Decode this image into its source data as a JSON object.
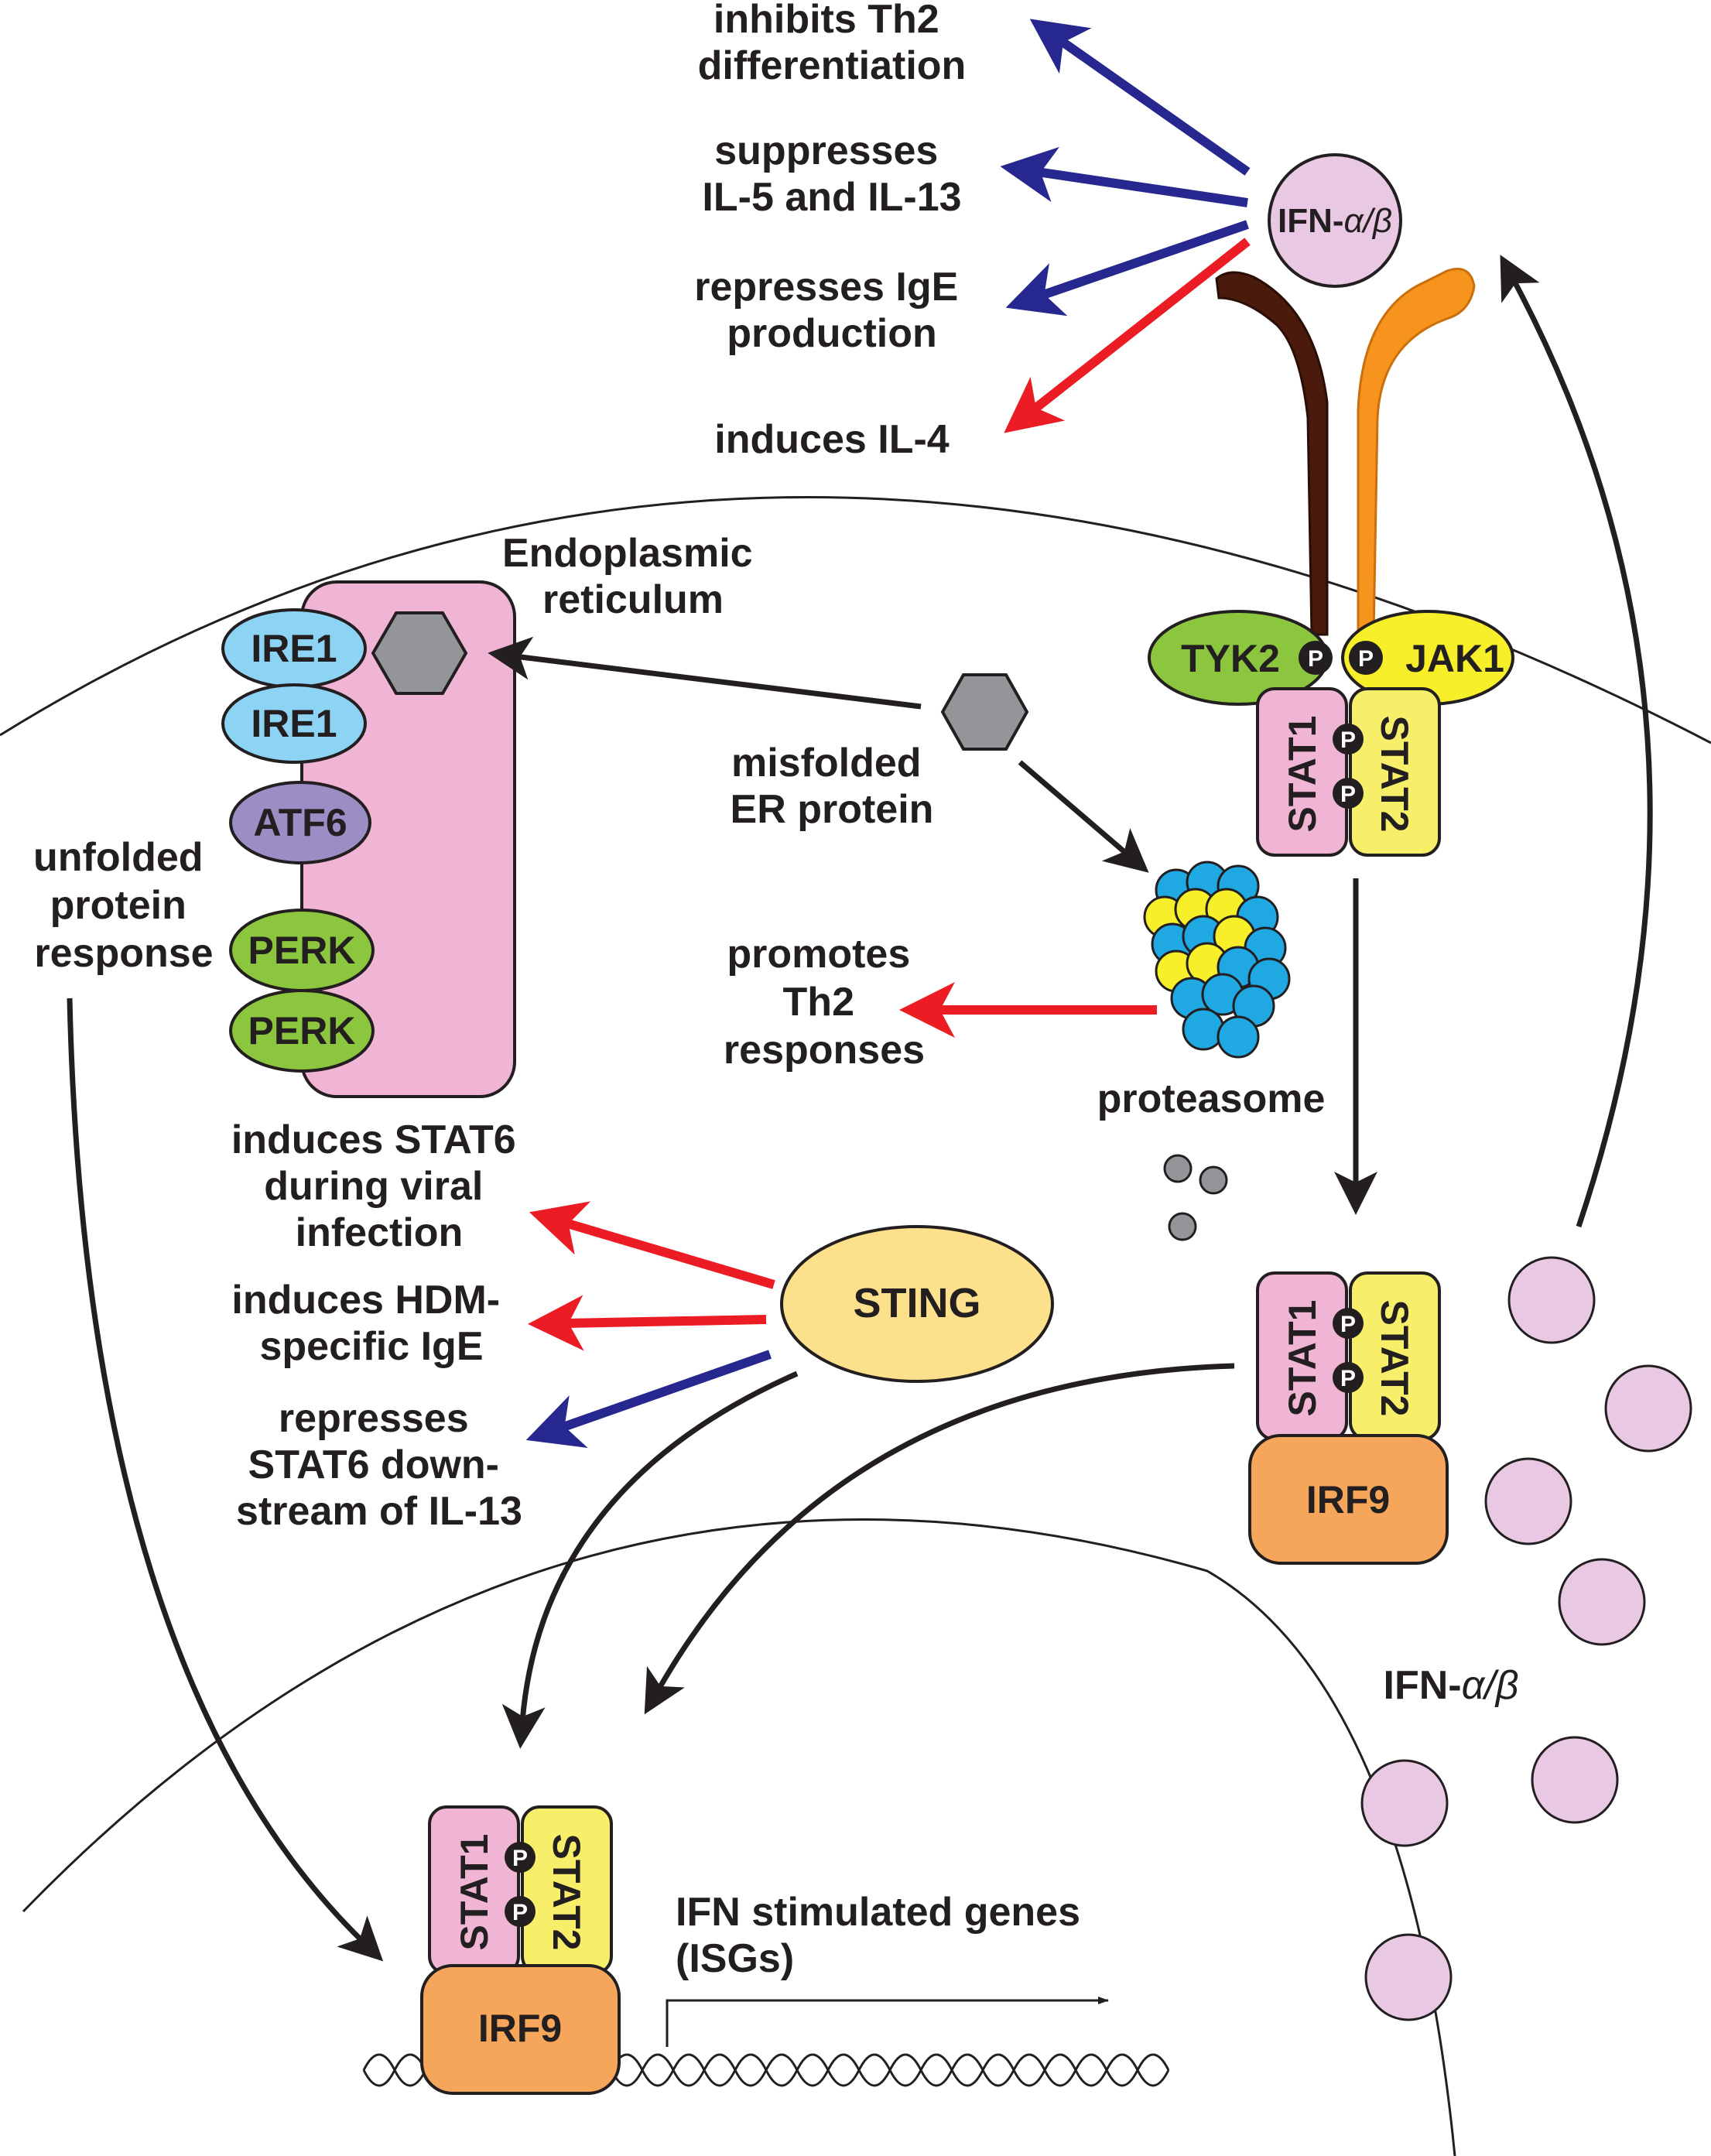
{
  "effects_top": {
    "inhibits_th2": [
      "inhibits Th2",
      "differentiation"
    ],
    "suppresses": [
      "suppresses",
      "IL-5 and IL-13"
    ],
    "represses_ige": [
      "represses IgE",
      "production"
    ],
    "induces_il4": "induces IL-4"
  },
  "ifn": {
    "prefix": "IFN-",
    "symbol": "α/β"
  },
  "receptor": {
    "tyk2": "TYK2",
    "jak1": "JAK1",
    "p": "P"
  },
  "stat": {
    "stat1": "STAT1",
    "stat2": "STAT2",
    "irf9": "IRF9"
  },
  "er": {
    "title": [
      "Endoplasmic",
      "reticulum"
    ],
    "sensors": [
      "IRE1",
      "IRE1",
      "ATF6",
      "PERK",
      "PERK"
    ],
    "upr": [
      "unfolded",
      "protein",
      "response"
    ]
  },
  "misfolded": [
    "misfolded",
    "ER protein"
  ],
  "proteasome": {
    "label": "proteasome",
    "promotes": [
      "promotes",
      "Th2",
      "responses"
    ]
  },
  "sting": {
    "label": "STING",
    "induces_stat6": [
      "induces STAT6",
      "during viral",
      "infection"
    ],
    "induces_hdm": [
      "induces HDM-",
      "specific IgE"
    ],
    "represses_stat6": [
      "represses",
      "STAT6 down-",
      "stream of IL-13"
    ]
  },
  "isg": [
    "IFN stimulated genes",
    "(ISGs)"
  ],
  "colors": {
    "blue_arrow": "#27288f",
    "red_arrow": "#ec1c24",
    "black_arrow": "#231f20",
    "ifn_pink": "#e8c8e2",
    "er_pink": "#f0b4d4",
    "ire1": "#8dd3f4",
    "atf6": "#9b8ec4",
    "perk": "#8cc63f",
    "stat1": "#f0b4d4",
    "stat2": "#f7ef6a",
    "irf9": "#f6a65a",
    "sting": "#fde08c",
    "ifnar1": "#4a1a0c",
    "ifnar2": "#f7941d",
    "proteasome_blue": "#1fa8e1",
    "proteasome_yellow": "#f7ef2a"
  }
}
